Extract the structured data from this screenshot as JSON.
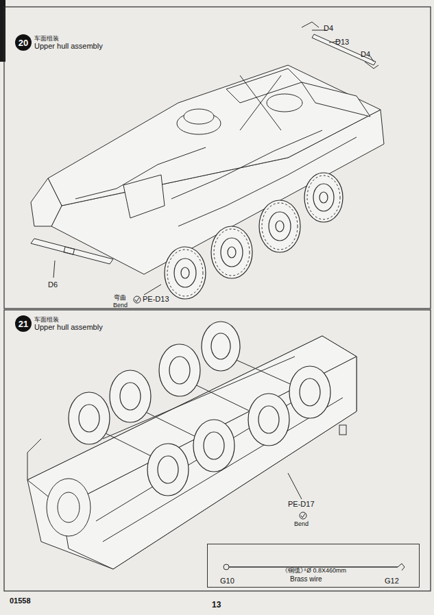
{
  "diagram": {
    "nodes": [
      {
        "text": [
          "20",
          "车面组装",
          "Upper hull assembly"
        ]
      },
      {
        "text": [
          "21",
          "车面组装",
          "Upper hull assembly"
        ]
      },
      {
        "text": [
          "G10",
          "《铜缆》Ø 0.8X460mm",
          "Brass wire",
          "G12"
        ]
      }
    ],
    "labels": [
      "D4",
      "D13",
      "D4",
      "D6",
      "弯曲",
      "Bend",
      "PE-D13",
      "PE-D17",
      "Bend",
      "01558",
      "13"
    ]
  }
}
